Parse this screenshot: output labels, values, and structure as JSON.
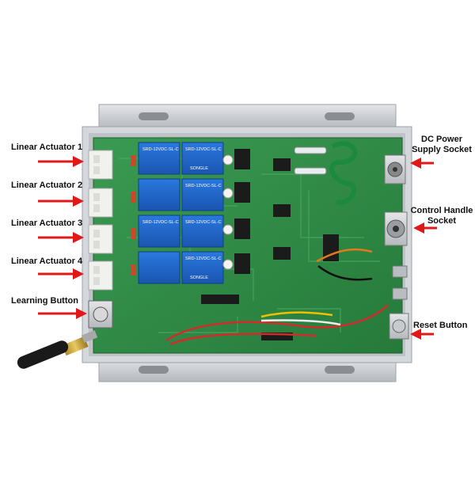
{
  "labels": {
    "linear_actuator_1": "Linear Actuator 1",
    "linear_actuator_2": "Linear Actuator 2",
    "linear_actuator_3": "Linear Actuator 3",
    "linear_actuator_4": "Linear Actuator 4",
    "learning_button": "Learning Button",
    "dc_power_line1": "DC Power",
    "dc_power_line2": "Supply Socket",
    "control_handle_line1": "Control Handle",
    "control_handle_line2": "Socket",
    "reset_button": "Reset Button"
  },
  "relay_text": {
    "model": "SRD-12VDC-SL-C",
    "brand": "SONGLE"
  },
  "colors": {
    "arrow": "#e01818",
    "pcb": "#2f8a45",
    "enclosure": "#c9ccd0",
    "relay": "#1e64c8"
  }
}
